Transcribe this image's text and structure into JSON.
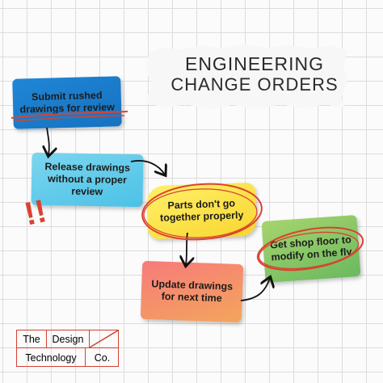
{
  "title": {
    "line1": "ENGINEERING",
    "line2": "CHANGE ORDERS"
  },
  "steps": [
    {
      "label": "Submit rushed drawings for review",
      "color": "#1a7bcb"
    },
    {
      "label": "Release drawings without a proper review",
      "color": "#5cc8ea"
    },
    {
      "label": "Parts don't go together properly",
      "color": "#fbe346"
    },
    {
      "label": "Get shop floor to modify on the fly",
      "color": "#8cc865"
    },
    {
      "label": "Update drawings for next time",
      "color": "#f58c6c"
    }
  ],
  "annotations": {
    "exclamation": "!!",
    "accent_color": "#d9432f"
  },
  "logo": {
    "word1": "The",
    "word2": "Design",
    "word3": "Technology",
    "word4": "Co."
  }
}
